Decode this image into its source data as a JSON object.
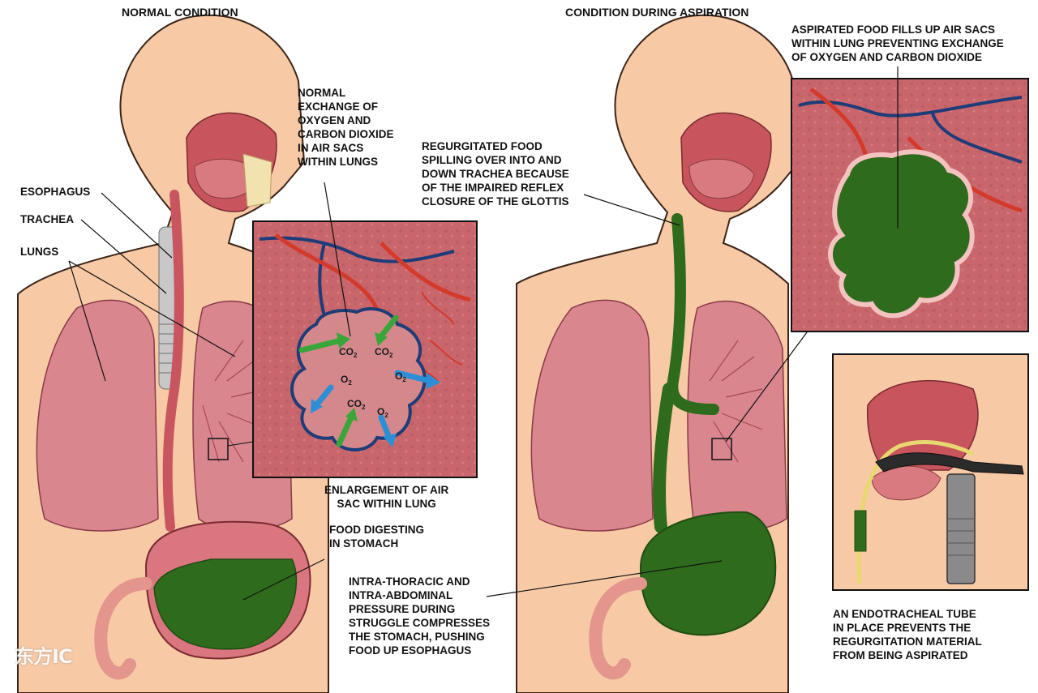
{
  "titles": {
    "normal": "NORMAL CONDITION",
    "aspiration": "CONDITION DURING ASPIRATION"
  },
  "labels": {
    "esophagus": "ESOPHAGUS",
    "trachea": "TRACHEA",
    "lungs": "LUNGS",
    "normal_exchange": "NORMAL\nEXCHANGE OF\nOXYGEN AND\nCARBON DIOXIDE\nIN AIR SACS\nWITHIN LUNGS",
    "enlargement": "ENLARGEMENT OF AIR\nSAC WITHIN LUNG",
    "food_digesting": "FOOD DIGESTING\nIN STOMACH",
    "regurgitated": "REGURGITATED FOOD\nSPILLING OVER INTO AND\nDOWN TRACHEA BECAUSE\nOF THE IMPAIRED REFLEX\nCLOSURE OF THE GLOTTIS",
    "intra_thoracic": "INTRA-THORACIC AND\nINTRA-ABDOMINAL\nPRESSURE DURING\nSTRUGGLE COMPRESSES\nTHE STOMACH, PUSHING\nFOOD UP ESOPHAGUS",
    "aspirated_food": "ASPIRATED FOOD FILLS UP AIR SACS\nWITHIN LUNG PREVENTING EXCHANGE\nOF OXYGEN AND CARBON DIOXIDE",
    "endotracheal": "AN ENDOTRACHEAL TUBE\nIN PLACE PREVENTS THE\nREGURGITATION MATERIAL\nFROM BEING ASPIRATED"
  },
  "gases": {
    "co2": "CO",
    "co2_sub": "2",
    "o2": "O",
    "o2_sub": "2"
  },
  "watermark": "东方IC",
  "colors": {
    "skin": "#f7c9a5",
    "skin_outline": "#3a2418",
    "lung": "#d9868f",
    "lung_dark": "#b25a66",
    "food": "#2e6b1c",
    "food_dark": "#1f4d12",
    "artery": "#d43a2a",
    "vein": "#1e3d78",
    "o2_arrow": "#2c8fd6",
    "co2_arrow": "#3aa63a",
    "stomach": "#d9767f",
    "tissue": "#c86a6e"
  }
}
